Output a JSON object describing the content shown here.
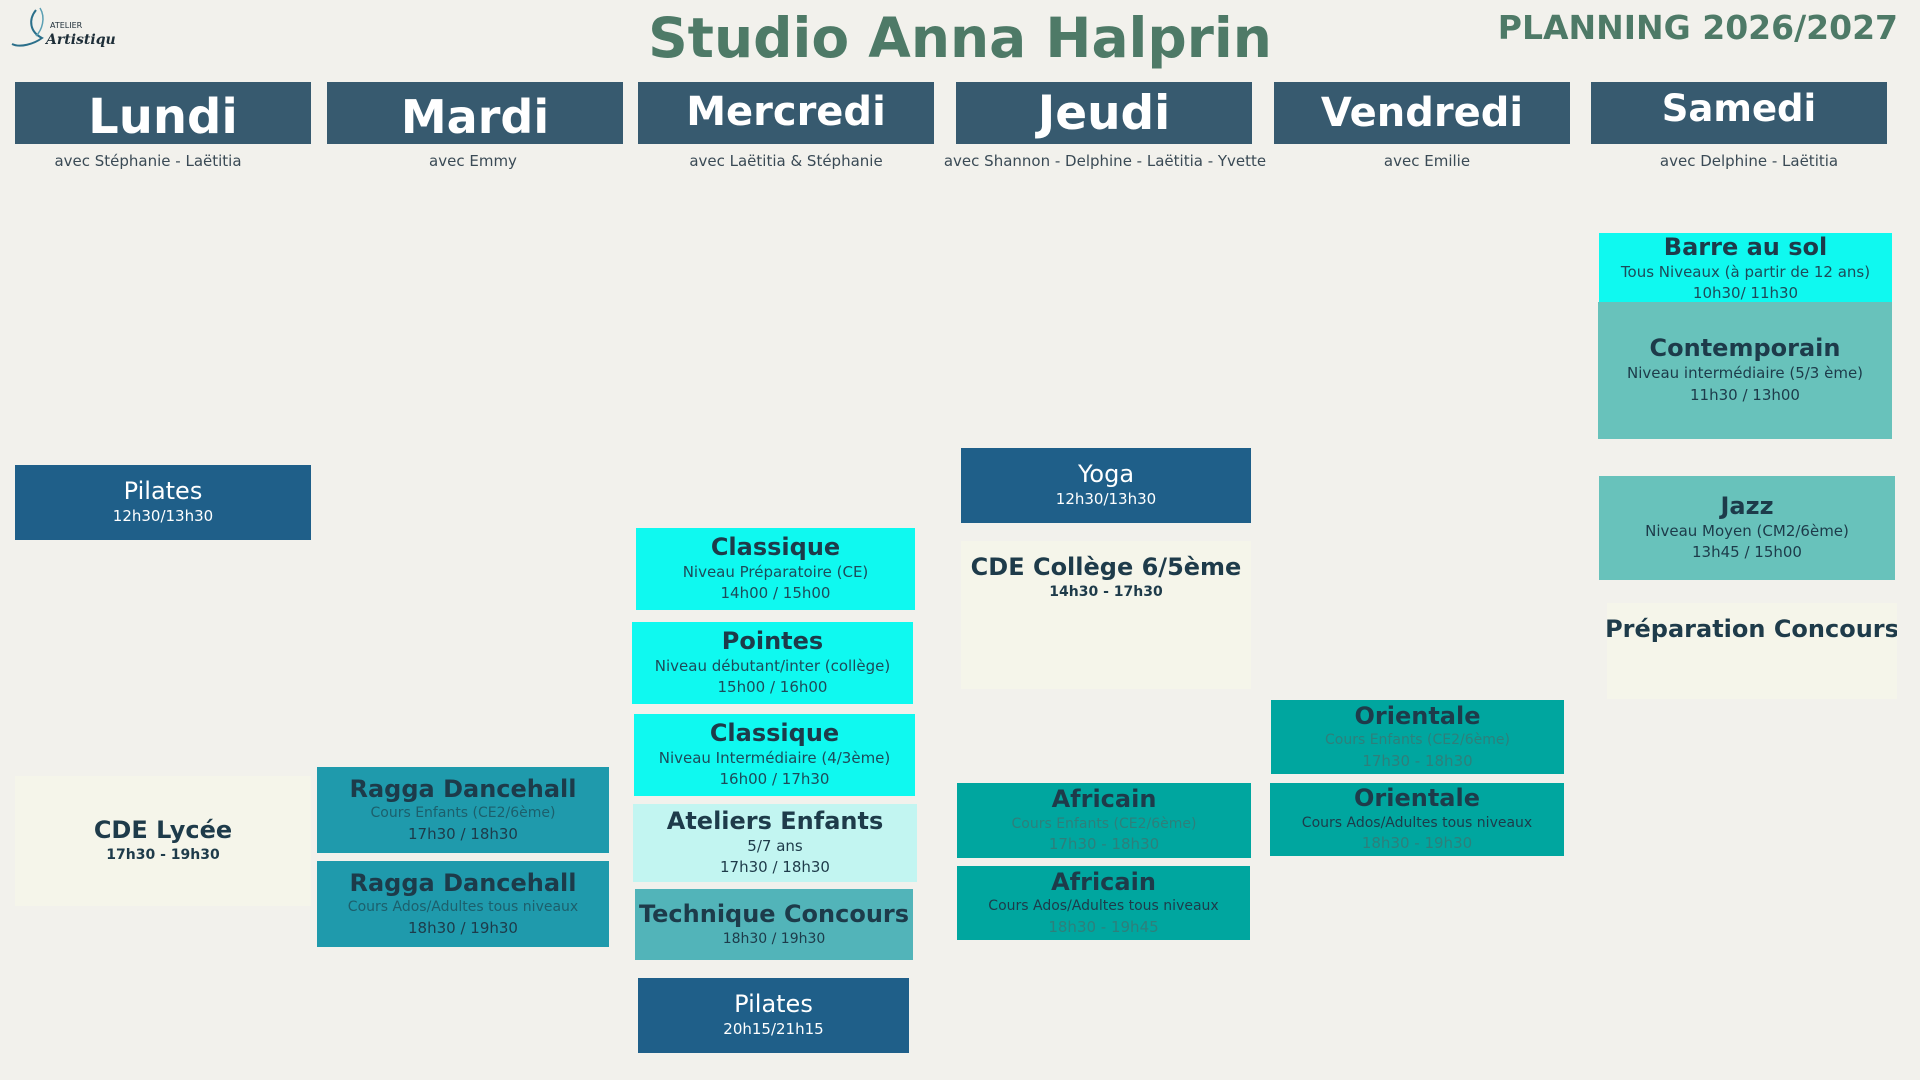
{
  "header": {
    "logo_top": "ATELIER",
    "logo_main": "Artistique",
    "title": "Studio Anna Halprin",
    "planning": "PLANNING 2026/2027"
  },
  "days": [
    {
      "name": "Lundi",
      "teachers": "avec Stéphanie - Laëtitia"
    },
    {
      "name": "Mardi",
      "teachers": "avec Emmy"
    },
    {
      "name": "Mercredi",
      "teachers": "avec Laëtitia &  Stéphanie"
    },
    {
      "name": "Jeudi",
      "teachers": "avec Shannon - Delphine - Laëtitia  - Yvette"
    },
    {
      "name": "Vendredi",
      "teachers": "avec Emilie"
    },
    {
      "name": "Samedi",
      "teachers": "avec Delphine -  Laëtitia"
    }
  ],
  "lundi": {
    "pilates": {
      "name": "Pilates",
      "time": "12h30/13h30"
    },
    "cde": {
      "name": "CDE Lycée",
      "time": "17h30 - 19h30"
    }
  },
  "mardi": {
    "ragga1": {
      "name": "Ragga Dancehall",
      "level": "Cours Enfants (CE2/6ème)",
      "time": "17h30 / 18h30"
    },
    "ragga2": {
      "name": "Ragga Dancehall",
      "level": "Cours Ados/Adultes tous niveaux",
      "time": "18h30 / 19h30"
    }
  },
  "mercredi": {
    "classique1": {
      "name": "Classique",
      "level": "Niveau Préparatoire  (CE)",
      "time": "14h00 / 15h00"
    },
    "pointes": {
      "name": "Pointes",
      "level": "Niveau débutant/inter  (collège)",
      "time": "15h00 / 16h00"
    },
    "classique2": {
      "name": "Classique",
      "level": "Niveau Intermédiaire  (4/3ème)",
      "time": "16h00 / 17h30"
    },
    "ateliers": {
      "name": "Ateliers Enfants",
      "level": "5/7 ans",
      "time": "17h30 / 18h30"
    },
    "technique": {
      "name": "Technique Concours",
      "time": "18h30 / 19h30"
    },
    "pilates": {
      "name": "Pilates",
      "time": "20h15/21h15"
    }
  },
  "jeudi": {
    "yoga": {
      "name": "Yoga",
      "time": "12h30/13h30"
    },
    "cde": {
      "name": "CDE Collège 6/5ème",
      "time": "14h30 - 17h30"
    },
    "africain1": {
      "name": "Africain",
      "level": "Cours Enfants (CE2/6ème)",
      "time": "17h30 - 18h30"
    },
    "africain2": {
      "name": "Africain",
      "level": "Cours Ados/Adultes  tous niveaux",
      "time": "18h30 - 19h45"
    }
  },
  "vendredi": {
    "orientale1": {
      "name": "Orientale",
      "level": "Cours Enfants (CE2/6ème)",
      "time": "17h30 - 18h30"
    },
    "orientale2": {
      "name": "Orientale",
      "level": "Cours Ados/Adultes  tous niveaux",
      "time": "18h30 - 19h30"
    }
  },
  "samedi": {
    "barre": {
      "name": "Barre au sol",
      "level": "Tous Niveaux (à partir de 12 ans)",
      "time": "10h30/ 11h30"
    },
    "contemporain": {
      "name": "Contemporain",
      "level": "Niveau intermédiaire (5/3 ème)",
      "time": "11h30 / 13h00"
    },
    "jazz": {
      "name": "Jazz",
      "level": "Niveau Moyen (CM2/6ème)",
      "time": "13h45 / 15h00"
    },
    "preparation": {
      "name": "Préparation Concours"
    }
  }
}
